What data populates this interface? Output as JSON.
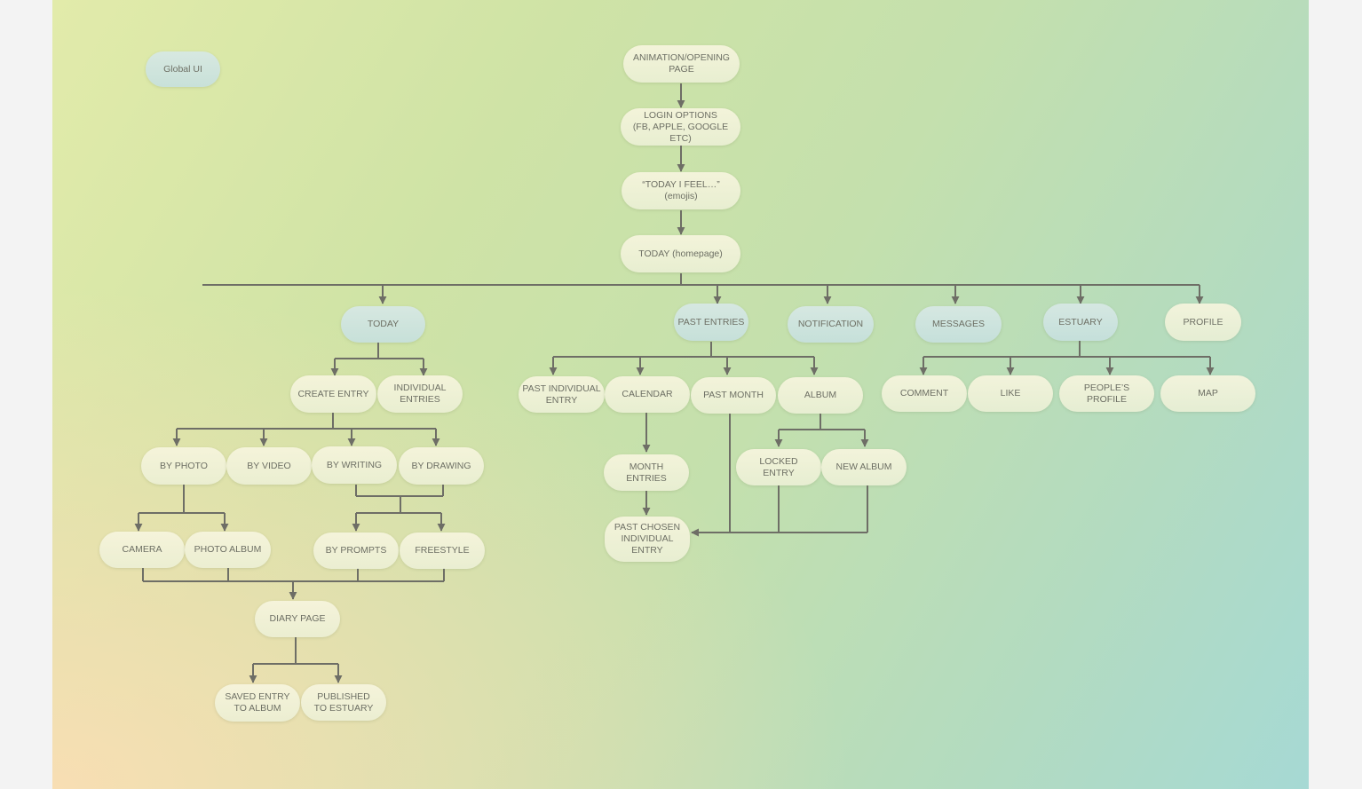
{
  "diagram": {
    "legend": {
      "label": "Global UI"
    },
    "colors": {
      "line": "#6e6e66",
      "node_text": "#6d6f64",
      "node_fill": "#f3f2d9",
      "global_node_fill": "#d4e7e3"
    },
    "nodes": {
      "opening": "ANIMATION/OPENING\nPAGE",
      "login": "LOGIN OPTIONS\n(FB, APPLE, GOOGLE ETC)",
      "feel": "“TODAY I FEEL…”\n(emojis)",
      "home": "TODAY (homepage)",
      "today": "TODAY",
      "past_entries": "PAST ENTRIES",
      "notification": "NOTIFICATION",
      "messages": "MESSAGES",
      "estuary": "ESTUARY",
      "profile": "PROFILE",
      "create_entry": "CREATE ENTRY",
      "individual_entries": "INDIVIDUAL\nENTRIES",
      "by_photo": "BY PHOTO",
      "by_video": "BY VIDEO",
      "by_writing": "BY WRITING",
      "by_drawing": "BY DRAWING",
      "camera": "CAMERA",
      "photo_album": "PHOTO ALBUM",
      "by_prompts": "BY PROMPTS",
      "freestyle": "FREESTYLE",
      "diary_page": "DIARY PAGE",
      "saved_entry": "SAVED ENTRY\nTO ALBUM",
      "published": "PUBLISHED\nTO ESTUARY",
      "past_individual": "PAST INDIVIDUAL\nENTRY",
      "calendar": "CALENDAR",
      "past_month": "PAST MONTH",
      "album": "ALBUM",
      "month_entries": "MONTH\nENTRIES",
      "locked_entry": "LOCKED\nENTRY",
      "new_album": "NEW ALBUM",
      "past_chosen": "PAST CHOSEN\nINDIVIDUAL\nENTRY",
      "comment": "COMMENT",
      "like": "LIKE",
      "peoples_profile": "PEOPLE’S PROFILE",
      "map": "MAP"
    }
  }
}
